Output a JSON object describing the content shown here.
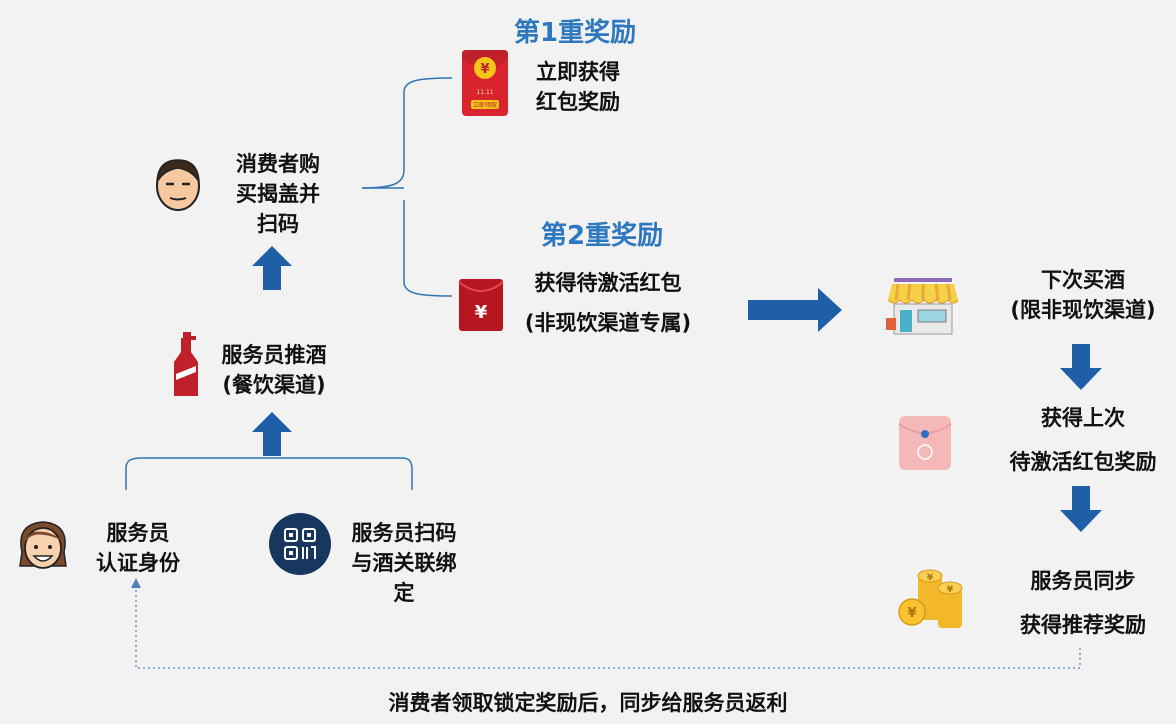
{
  "reward1": {
    "title": "第1重奖励",
    "line1": "立即获得",
    "line2": "红包奖励",
    "packet_button": "立即领取",
    "packet_date": "11.11"
  },
  "reward2": {
    "title": "第2重奖励",
    "line1": "获得待激活红包",
    "line2": "(非现饮渠道专属)"
  },
  "consumer": {
    "line1": "消费者购",
    "line2": "买揭盖并",
    "line3": "扫码"
  },
  "waiter_push": {
    "line1": "服务员推酒",
    "line2": "(餐饮渠道)"
  },
  "waiter_verify": {
    "line1": "服务员",
    "line2": "认证身份"
  },
  "waiter_scan": {
    "line1": "服务员扫码",
    "line2": "与酒关联绑",
    "line3": "定"
  },
  "next_buy": {
    "line1": "下次买酒",
    "line2": "(限非现饮渠道)"
  },
  "activate": {
    "line1": "获得上次",
    "line2": "待激活红包奖励"
  },
  "waiter_reward": {
    "line1": "服务员同步",
    "line2": "获得推荐奖励"
  },
  "footer": "消费者领取锁定奖励后，同步给服务员返利",
  "colors": {
    "arrow": "#1f5fa8",
    "title": "#2e78c0",
    "bracket": "#2e75b6",
    "red": "#c0202a",
    "background": "#f2f2f2"
  },
  "icons": [
    "red-packet-icon",
    "yuan-envelope-icon",
    "man-face-icon",
    "liquor-bottle-icon",
    "woman-face-icon",
    "qr-code-icon",
    "store-icon",
    "pink-purse-icon",
    "coin-stack-icon"
  ]
}
